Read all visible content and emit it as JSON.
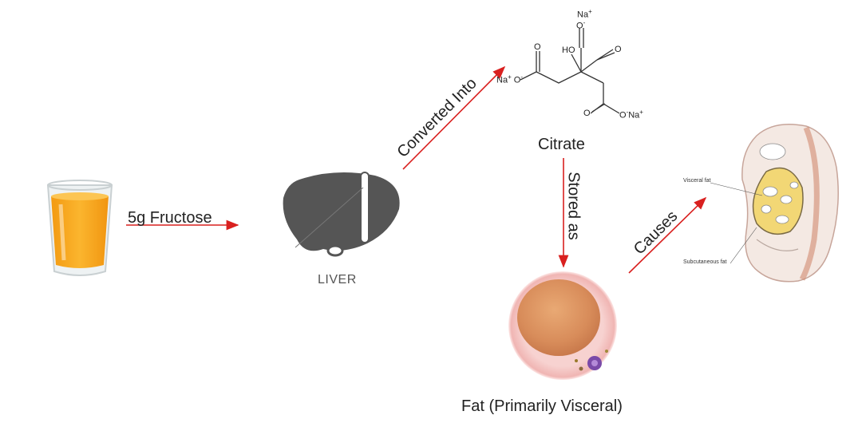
{
  "arrows": {
    "fructose": "5g Fructose",
    "converted": "Converted Into",
    "stored": "Stored as",
    "causes": "Causes"
  },
  "nodes": {
    "liver": "LIVER",
    "citrate": "Citrate",
    "fat": "Fat (Primarily Visceral)"
  },
  "citrate_structure": {
    "na_top": "Na",
    "na_left": "Na",
    "na_right": "Na",
    "plus": "+",
    "minus": "-",
    "oxygen": "O",
    "hydroxyl": "HO"
  },
  "anatomy": {
    "visceral_label": "Visceral fat",
    "subcutaneous_label": "Subcutaneous fat"
  },
  "colors": {
    "arrow": "#d9201f",
    "liver": "#555555",
    "juice": "#f6a31c"
  }
}
